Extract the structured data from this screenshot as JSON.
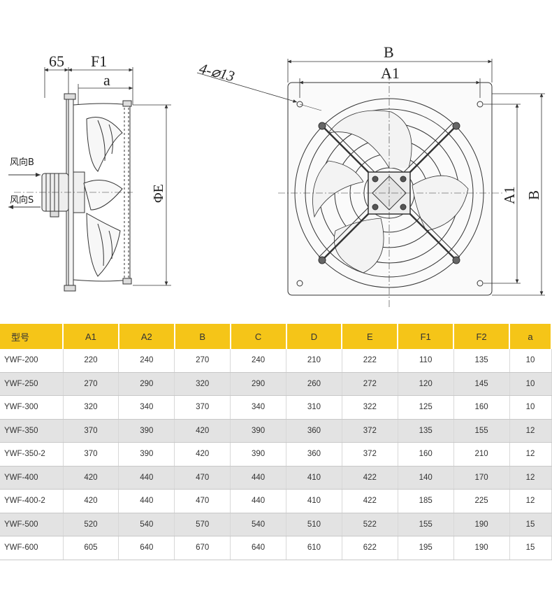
{
  "drawing": {
    "side_view": {
      "dim_65": "65",
      "dim_F1": "F1",
      "dim_a": "a",
      "dim_phiE": "ΦE",
      "wind_B": "风向B",
      "wind_S": "风向S"
    },
    "front_view": {
      "dim_B_top": "B",
      "dim_A1_top": "A1",
      "dim_holes": "4-⌀13",
      "dim_A1_side": "A1",
      "dim_B_side": "B"
    }
  },
  "table": {
    "headers": [
      "型号",
      "A1",
      "A2",
      "B",
      "C",
      "D",
      "E",
      "F1",
      "F2",
      "a"
    ],
    "rows": [
      [
        "YWF-200",
        "220",
        "240",
        "270",
        "240",
        "210",
        "222",
        "110",
        "135",
        "10"
      ],
      [
        "YWF-250",
        "270",
        "290",
        "320",
        "290",
        "260",
        "272",
        "120",
        "145",
        "10"
      ],
      [
        "YWF-300",
        "320",
        "340",
        "370",
        "340",
        "310",
        "322",
        "125",
        "160",
        "10"
      ],
      [
        "YWF-350",
        "370",
        "390",
        "420",
        "390",
        "360",
        "372",
        "135",
        "155",
        "12"
      ],
      [
        "YWF-350-2",
        "370",
        "390",
        "420",
        "390",
        "360",
        "372",
        "160",
        "210",
        "12"
      ],
      [
        "YWF-400",
        "420",
        "440",
        "470",
        "440",
        "410",
        "422",
        "140",
        "170",
        "12"
      ],
      [
        "YWF-400-2",
        "420",
        "440",
        "470",
        "440",
        "410",
        "422",
        "185",
        "225",
        "12"
      ],
      [
        "YWF-500",
        "520",
        "540",
        "570",
        "540",
        "510",
        "522",
        "155",
        "190",
        "15"
      ],
      [
        "YWF-600",
        "605",
        "640",
        "670",
        "640",
        "610",
        "622",
        "195",
        "190",
        "15"
      ]
    ]
  }
}
